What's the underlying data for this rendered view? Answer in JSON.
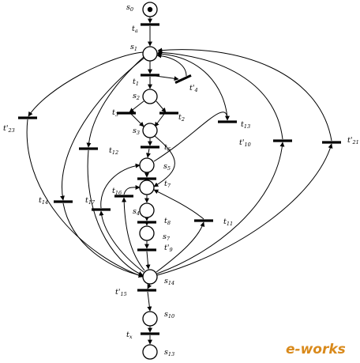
{
  "watermark": {
    "e": "e",
    "rest": "-works",
    "color": "#d98a1c"
  },
  "places": [
    {
      "id": "s0",
      "label": "s",
      "sub": "0",
      "marked": true
    },
    {
      "id": "s1",
      "label": "s",
      "sub": "1"
    },
    {
      "id": "s2",
      "label": "s",
      "sub": "2"
    },
    {
      "id": "s3",
      "label": "s",
      "sub": "3"
    },
    {
      "id": "s5",
      "label": "s",
      "sub": "5"
    },
    {
      "id": "sA",
      "label": "",
      "sub": ""
    },
    {
      "id": "s4",
      "label": "s",
      "sub": "4"
    },
    {
      "id": "s7",
      "label": "s",
      "sub": "7"
    },
    {
      "id": "s14",
      "label": "s",
      "sub": "14"
    },
    {
      "id": "s10",
      "label": "s",
      "sub": "10"
    },
    {
      "id": "s13",
      "label": "s",
      "sub": "13"
    }
  ],
  "transitions": [
    {
      "id": "ta",
      "label": "t",
      "sub": "a"
    },
    {
      "id": "t1",
      "label": "t",
      "sub": "1"
    },
    {
      "id": "t4p",
      "label": "t'",
      "sub": "4"
    },
    {
      "id": "t3",
      "label": "t",
      "sub": "3"
    },
    {
      "id": "t2",
      "label": "t",
      "sub": "2"
    },
    {
      "id": "t6",
      "label": "t",
      "sub": "6"
    },
    {
      "id": "t7",
      "label": "t",
      "sub": "7"
    },
    {
      "id": "t8",
      "label": "t",
      "sub": "8"
    },
    {
      "id": "t9p",
      "label": "t'",
      "sub": "9"
    },
    {
      "id": "t13",
      "label": "t",
      "sub": "13"
    },
    {
      "id": "t10p",
      "label": "t'",
      "sub": "10"
    },
    {
      "id": "t21p",
      "label": "t'",
      "sub": "21"
    },
    {
      "id": "t23p",
      "label": "t'",
      "sub": "23"
    },
    {
      "id": "t12",
      "label": "t",
      "sub": "12"
    },
    {
      "id": "t14",
      "label": "t",
      "sub": "14"
    },
    {
      "id": "t17",
      "label": "t",
      "sub": "17"
    },
    {
      "id": "t16",
      "label": "t",
      "sub": "16"
    },
    {
      "id": "t11",
      "label": "t",
      "sub": "11"
    },
    {
      "id": "t15p",
      "label": "t'",
      "sub": "15"
    },
    {
      "id": "tx",
      "label": "t",
      "sub": "x"
    }
  ]
}
